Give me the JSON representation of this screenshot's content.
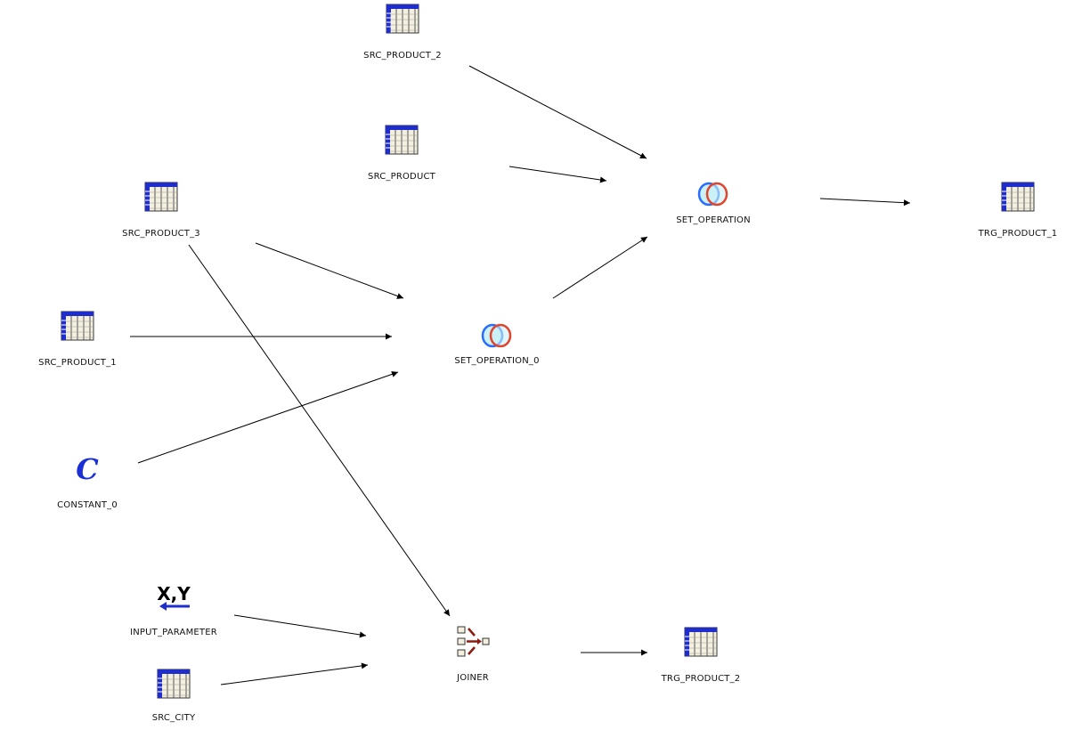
{
  "diagram": {
    "nodes": {
      "src_product_2": "SRC_PRODUCT_2",
      "src_product": "SRC_PRODUCT",
      "src_product_3": "SRC_PRODUCT_3",
      "src_product_1": "SRC_PRODUCT_1",
      "constant_0": "CONSTANT_0",
      "input_parameter": "INPUT_PARAMETER",
      "src_city": "SRC_CITY",
      "set_operation": "SET_OPERATION",
      "set_operation_0": "SET_OPERATION_0",
      "joiner": "JOINER",
      "trg_product_1": "TRG_PRODUCT_1",
      "trg_product_2": "TRG_PRODUCT_2"
    },
    "icons": {
      "table": "table-icon",
      "set_operation": "set-operation-icon",
      "constant": "constant-icon",
      "input_parameter": "input-parameter-icon",
      "joiner": "joiner-icon"
    },
    "constant_glyph": "C",
    "param_glyph": "X,Y",
    "colors": {
      "table_blue": "#1f2dcc",
      "set_blue": "#2a6cff",
      "set_red": "#e0452e",
      "joiner_red": "#8b1a10",
      "edge": "#000000"
    }
  }
}
